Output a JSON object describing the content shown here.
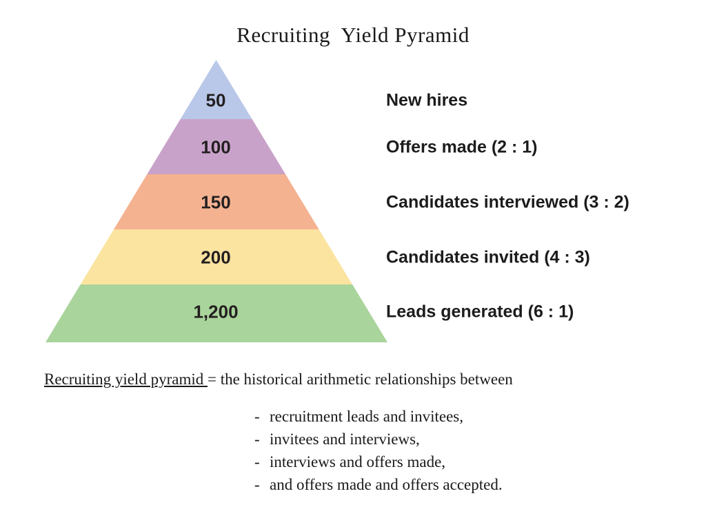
{
  "title": "Recruiting  Yield Pyramid",
  "chart_data": {
    "type": "pie",
    "title": "Recruiting  Yield Pyramid",
    "xlabel": "",
    "ylabel": "",
    "shape": "pyramid",
    "orientation": "apex-up",
    "levels": [
      {
        "value_label": "50",
        "value": 50,
        "label": "New hires",
        "ratio": "",
        "color": "#b9c8e8"
      },
      {
        "value_label": "100",
        "value": 100,
        "label": "Offers made (2 : 1)",
        "ratio": "2 : 1",
        "color": "#c9a2ca"
      },
      {
        "value_label": "150",
        "value": 150,
        "label": "Candidates interviewed (3 : 2)",
        "ratio": "3 : 2",
        "color": "#f4b291"
      },
      {
        "value_label": "200",
        "value": 200,
        "label": "Candidates invited (4 : 3)",
        "ratio": "4 : 3",
        "color": "#fbe3a0"
      },
      {
        "value_label": "1,200",
        "value": 1200,
        "label": "Leads generated (6 : 1)",
        "ratio": "6 : 1",
        "color": "#a9d49b"
      }
    ]
  },
  "definition": {
    "term": "Recruiting yield pyramid ",
    "rest": "= the historical arithmetic relationships between",
    "dash": "-",
    "items": [
      "recruitment leads and invitees,",
      "invitees and interviews,",
      "interviews and offers made,",
      "and offers made and offers accepted."
    ]
  }
}
